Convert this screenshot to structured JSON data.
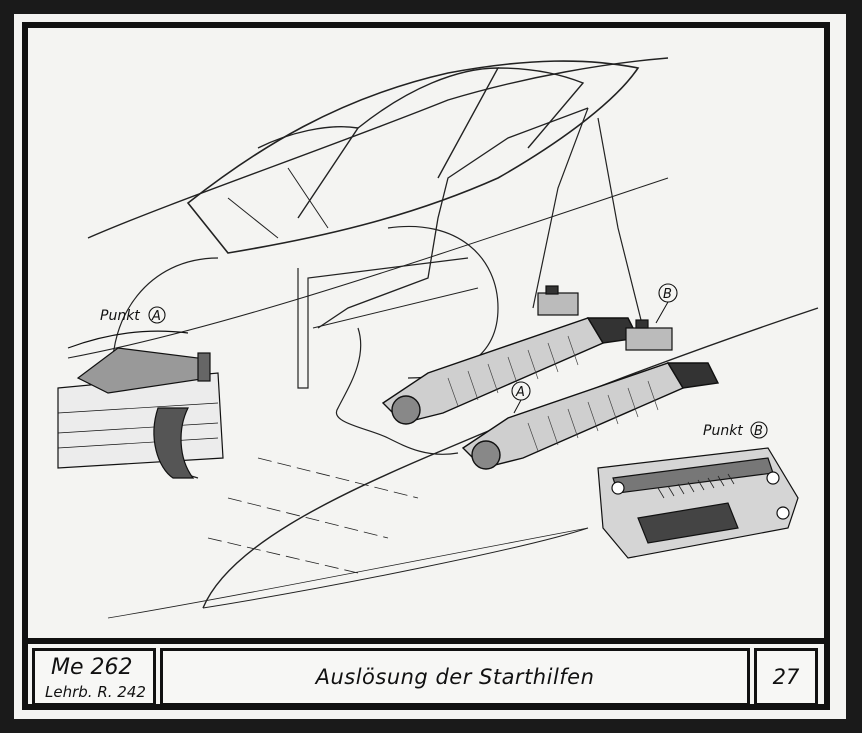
{
  "labels": {
    "punkt_a": "Punkt",
    "punkt_a_letter": "A",
    "punkt_b": "Punkt",
    "punkt_b_letter": "B",
    "callout_a": "A",
    "callout_b": "B"
  },
  "title_block": {
    "model": "Me 262",
    "reference": "Lehrb. R. 242",
    "title": "Auslösung der Starthilfen",
    "page_number": "27"
  }
}
